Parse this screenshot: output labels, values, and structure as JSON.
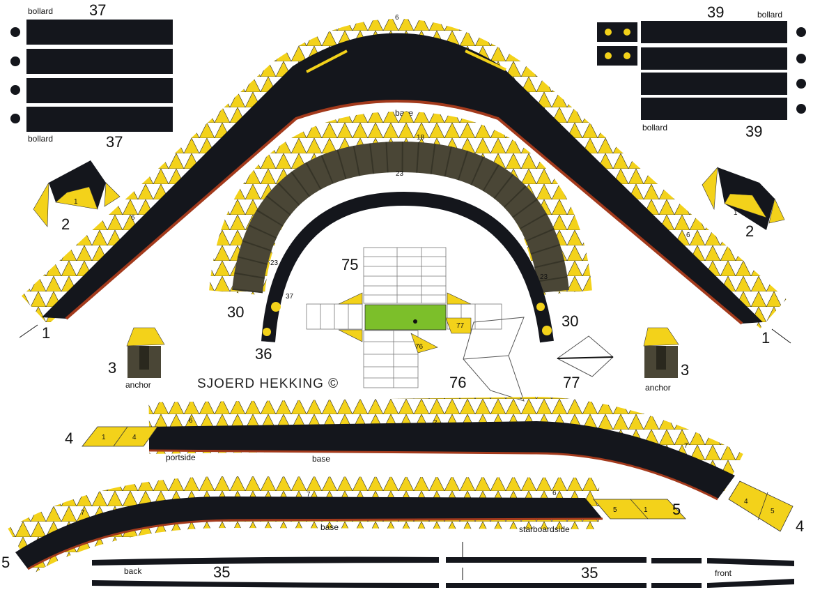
{
  "sheet": {
    "author": "SJOERD HEKKING ©",
    "colors": {
      "hull": "#14161c",
      "teeth": "#f3d21a",
      "stripe": "#a33a1c",
      "shield": "#4a4636",
      "deck": "#7cbf2a",
      "paper": "#ffffff"
    }
  },
  "labels": {
    "bollard": "bollard",
    "anchor": "anchor",
    "base": "base",
    "portside": "portside",
    "starboardside": "starboardside",
    "back": "back",
    "front": "front"
  },
  "part_numbers": {
    "n1": "1",
    "n2": "2",
    "n3": "3",
    "n4": "4",
    "n5": "5",
    "n6": "6",
    "n7": "7",
    "n18": "18",
    "n23": "23",
    "n30": "30",
    "n35": "35",
    "n36": "36",
    "n37": "37",
    "n39": "39",
    "n75": "75",
    "n76": "76",
    "n77": "77"
  }
}
